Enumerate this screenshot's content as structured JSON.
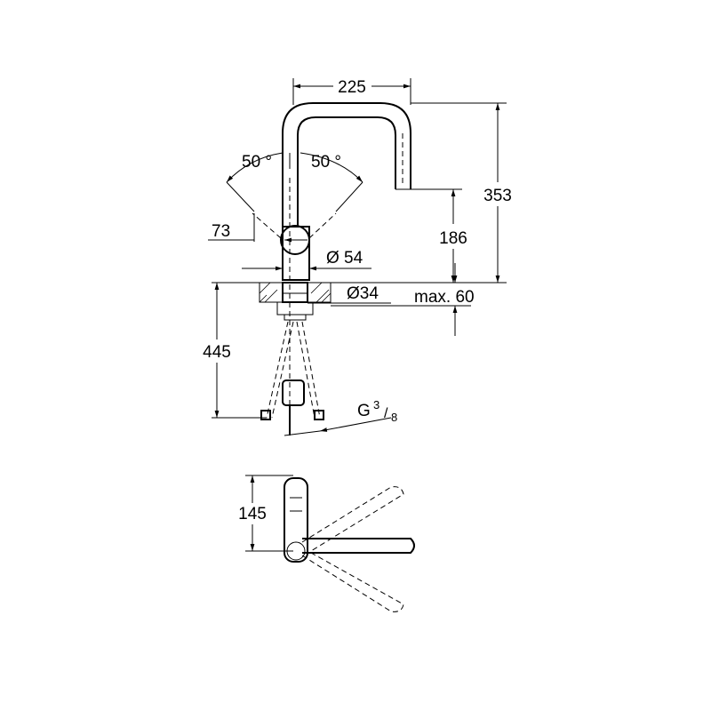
{
  "dimensions": {
    "width_top": "225",
    "height_total": "353",
    "height_spout": "186",
    "angle_left": "50 °",
    "angle_right": "50 °",
    "offset_73": "73",
    "diam_body": "Ø 54",
    "diam_hole": "Ø34",
    "max_deck": "max. 60",
    "under_length": "445",
    "thread_base": "G",
    "thread_num": "3",
    "thread_den": "8",
    "depth_145": "145"
  }
}
